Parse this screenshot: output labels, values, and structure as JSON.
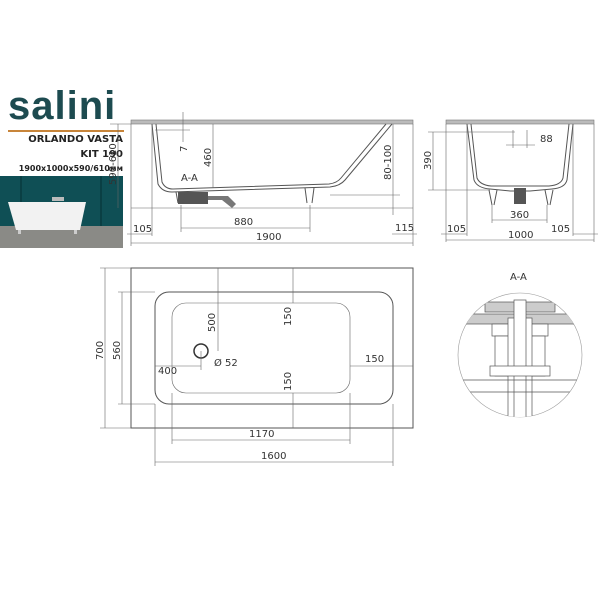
{
  "brand": {
    "logo": "salini",
    "model": "ORLANDO VASTA",
    "kit": "KIT 190",
    "size": "1900x1000x590/610мм"
  },
  "colors": {
    "brand": "#1d4b50",
    "accent": "#c8853a",
    "photo_bg": "#0f4f55"
  },
  "side_view": {
    "height": "590-610",
    "overflow": "7",
    "depth": "460",
    "section": "A-A",
    "feet_adjust": "80-100",
    "feet_spacing": "880",
    "left_offset": "105",
    "right_offset": "115",
    "length": "1900"
  },
  "end_view": {
    "depth": "390",
    "drain_width": "88",
    "feet_spacing": "360",
    "left_offset": "105",
    "right_offset": "105",
    "width": "1000"
  },
  "plan_view": {
    "outer_width": "700",
    "inner_width": "560",
    "drain_from_top": "500",
    "top_rim": "150",
    "drain_from_end": "400",
    "drain_diameter": "Ø 52",
    "bottom_rim": "150",
    "right_rim": "150",
    "bottom_length": "1170",
    "inner_length": "1600"
  },
  "detail": {
    "label": "A-A"
  }
}
